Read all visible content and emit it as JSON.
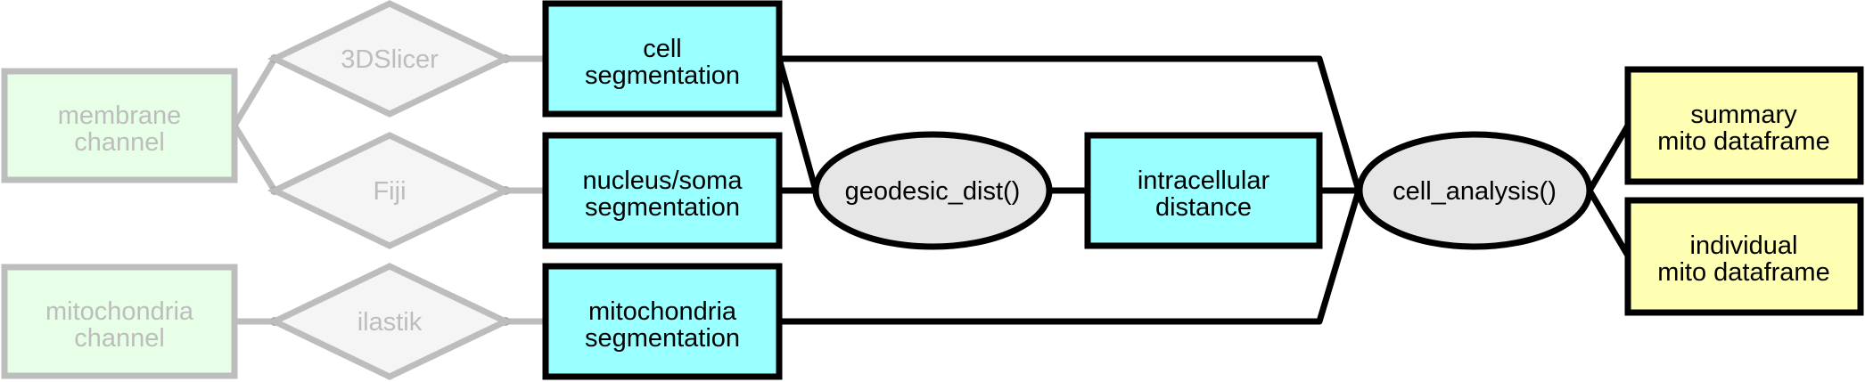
{
  "inputs": {
    "membrane_channel": [
      "membrane",
      "channel"
    ],
    "mitochondria_channel": [
      "mitochondria",
      "channel"
    ]
  },
  "tools": {
    "slicer": "3DSlicer",
    "fiji": "Fiji",
    "ilastik": "ilastik"
  },
  "segmentations": {
    "cell": [
      "cell",
      "segmentation"
    ],
    "nucleus": [
      "nucleus/soma",
      "segmentation"
    ],
    "mito": [
      "mitochondria",
      "segmentation"
    ]
  },
  "functions": {
    "geodesic": "geodesic_dist()",
    "cell_analysis": "cell_analysis()"
  },
  "intermediate": {
    "intracellular_distance": [
      "intracellular",
      "distance"
    ]
  },
  "outputs": {
    "summary": [
      "summary",
      "mito dataframe"
    ],
    "individual": [
      "individual",
      "mito dataframe"
    ]
  },
  "colors": {
    "process_fill": "#99ffff",
    "function_fill": "#e6e6e6",
    "output_fill": "#ffffb3",
    "input_fill": "#e6ffe6",
    "faded_stroke": "#bdbdbd",
    "tool_fill": "#f5f5f5"
  }
}
